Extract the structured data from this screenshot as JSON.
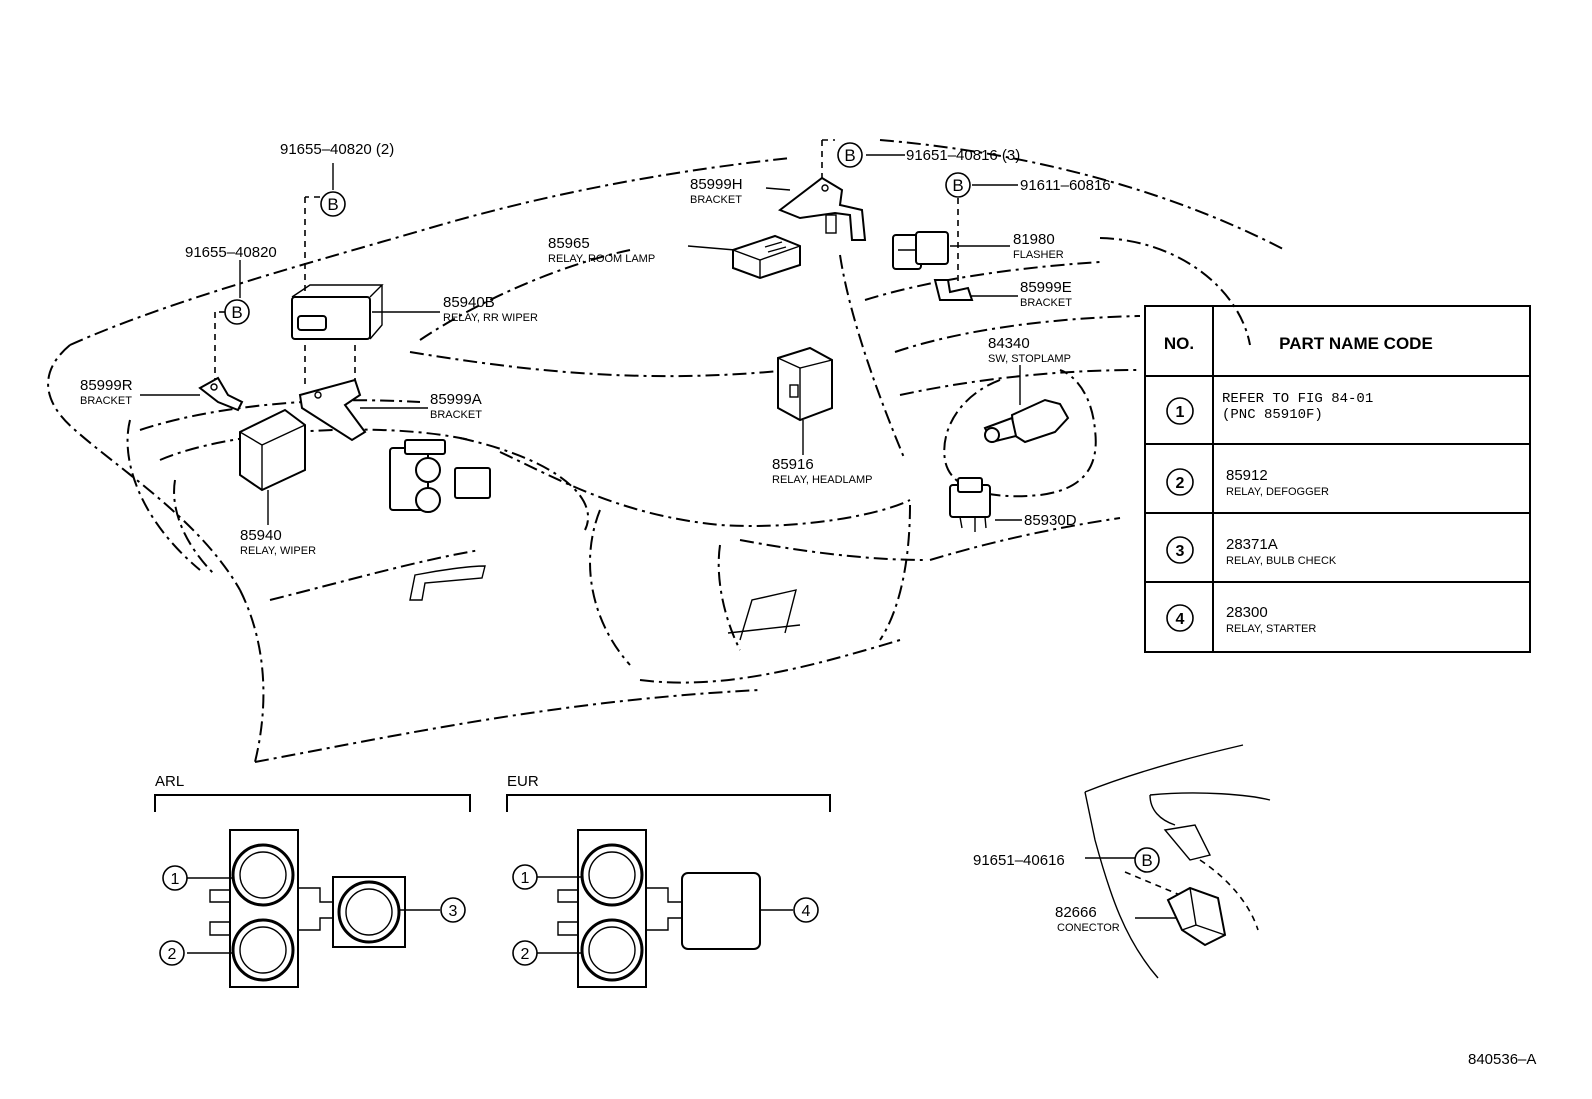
{
  "labels": {
    "p91655_40820_2": "91655–40820 (2)",
    "p91655_40820": "91655–40820",
    "p85999R": "85999R",
    "p85999R_n": "BRACKET",
    "p85940B": "85940B",
    "p85940B_n": "RELAY, RR WIPER",
    "p85999A": "85999A",
    "p85999A_n": "BRACKET",
    "p85940": "85940",
    "p85940_n": "RELAY, WIPER",
    "p85965": "85965",
    "p85965_n": "RELAY, ROOM LAMP",
    "p85999H": "85999H",
    "p85999H_n": "BRACKET",
    "p91651_40816_3": "91651–40816 (3)",
    "p91611_60816": "91611–60816",
    "p81980": "81980",
    "p81980_n": "FLASHER",
    "p85999E": "85999E",
    "p85999E_n": "BRACKET",
    "p84340": "84340",
    "p84340_n": "SW, STOPLAMP",
    "p85916": "85916",
    "p85916_n": "RELAY, HEADLAMP",
    "p85930D": "85930D",
    "p91651_40616": "91651–40616",
    "p82666": "82666",
    "p82666_n": "CONECTOR",
    "bolt_marker": "B",
    "arl": "ARL",
    "eur": "EUR",
    "n1": "1",
    "n2": "2",
    "n3": "3",
    "n4": "4",
    "footer_code": "840536–A"
  },
  "table": {
    "header_no": "NO.",
    "header_name": "PART NAME CODE",
    "rows": [
      {
        "no": "1",
        "line1": "REFER TO FIG 84-01",
        "line2": "(PNC 85910F)"
      },
      {
        "no": "2",
        "line1": "85912",
        "line2": "RELAY, DEFOGGER"
      },
      {
        "no": "3",
        "line1": "28371A",
        "line2": "RELAY, BULB CHECK"
      },
      {
        "no": "4",
        "line1": "28300",
        "line2": "RELAY, STARTER"
      }
    ]
  }
}
